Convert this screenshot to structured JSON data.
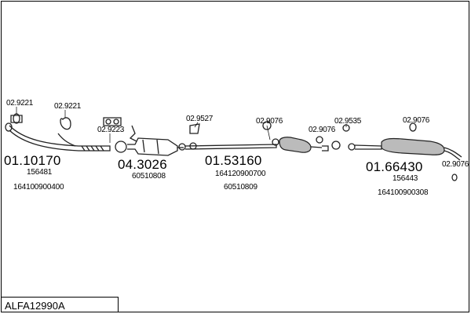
{
  "code": "ALFA12990A",
  "groups": [
    {
      "part_number": "01.10170",
      "refs": [
        "156481",
        "164100900400"
      ]
    },
    {
      "part_number": "04.3026",
      "refs": [
        "60510808"
      ]
    },
    {
      "part_number": "01.53160",
      "refs": [
        "164120900700",
        "60510809"
      ]
    },
    {
      "part_number": "01.66430",
      "refs": [
        "156443",
        "164100900308"
      ]
    }
  ],
  "accessories": [
    "02.9221",
    "02.9221",
    "02.9223",
    "02.9527",
    "02.9076",
    "02.9076",
    "02.9535",
    "02.9076",
    "02.9076"
  ]
}
